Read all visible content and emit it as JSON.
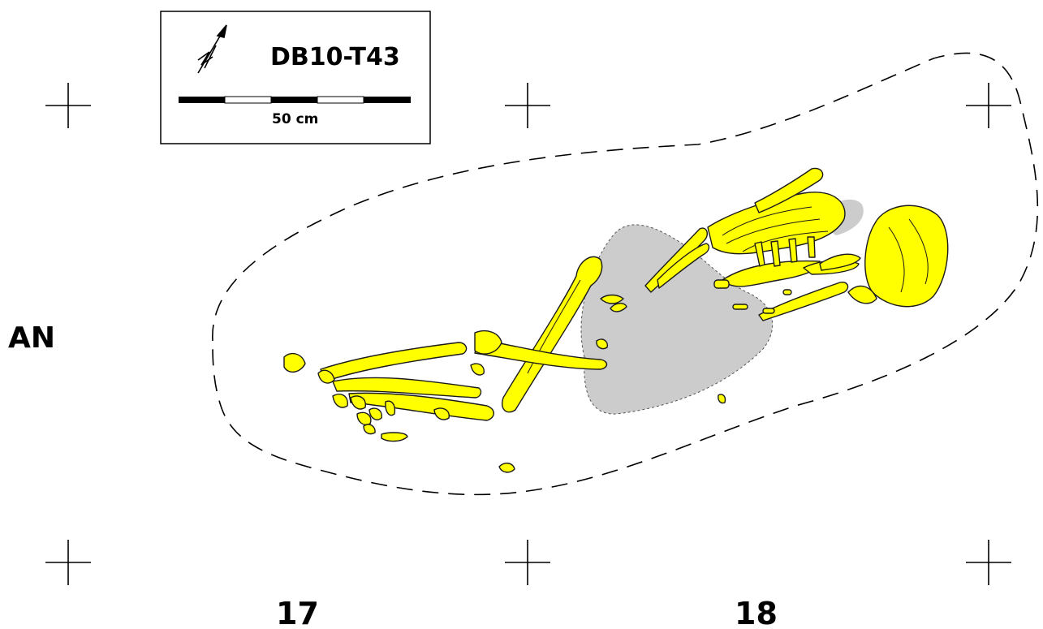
{
  "burial_id": "DB10-T43",
  "scale": {
    "label": "50 cm"
  },
  "area_label": "AN",
  "grid_labels": [
    "17",
    "18"
  ],
  "colors": {
    "bone": "#ffff00",
    "stain": "#cccccc",
    "line": "#000000"
  },
  "icons": {
    "north_arrow": "north-arrow-icon"
  }
}
